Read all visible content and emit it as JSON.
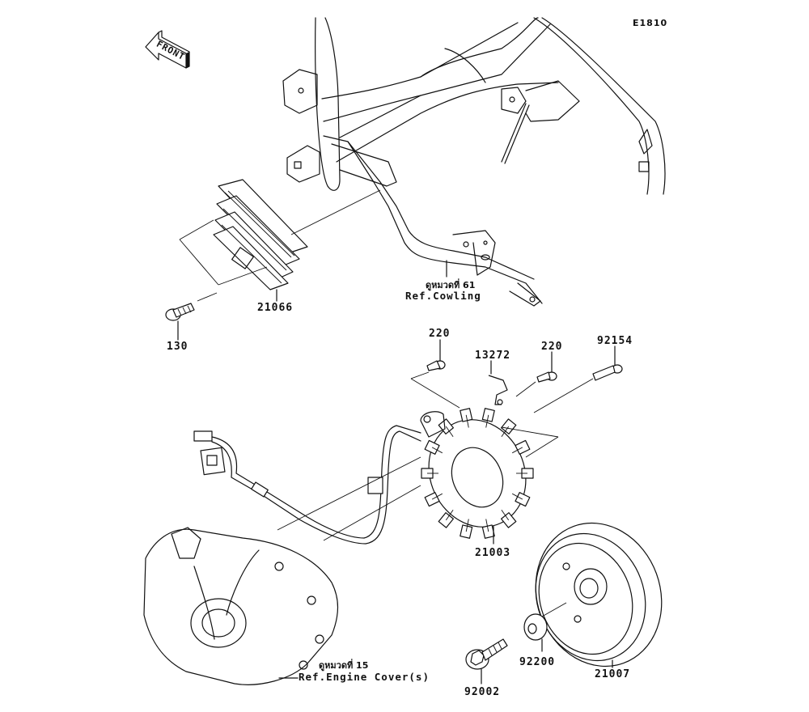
{
  "diagram": {
    "code": "E1810",
    "front_label": "FRONT",
    "parts": [
      {
        "number": "21066",
        "name": "regulator"
      },
      {
        "number": "130",
        "name": "bolt"
      },
      {
        "number": "220",
        "name": "bolt-left"
      },
      {
        "number": "13272",
        "name": "plate-clamp"
      },
      {
        "number": "220",
        "name": "bolt-right"
      },
      {
        "number": "92154",
        "name": "bolt-long"
      },
      {
        "number": "21003",
        "name": "stator"
      },
      {
        "number": "21007",
        "name": "rotor-flywheel"
      },
      {
        "number": "92200",
        "name": "washer"
      },
      {
        "number": "92002",
        "name": "flange-bolt"
      }
    ],
    "references": [
      {
        "thai": "ดูหมวดที่ 61",
        "text": "Ref.Cowling"
      },
      {
        "thai": "ดูหมวดที่ 15",
        "text": "Ref.Engine Cover(s)"
      }
    ]
  }
}
